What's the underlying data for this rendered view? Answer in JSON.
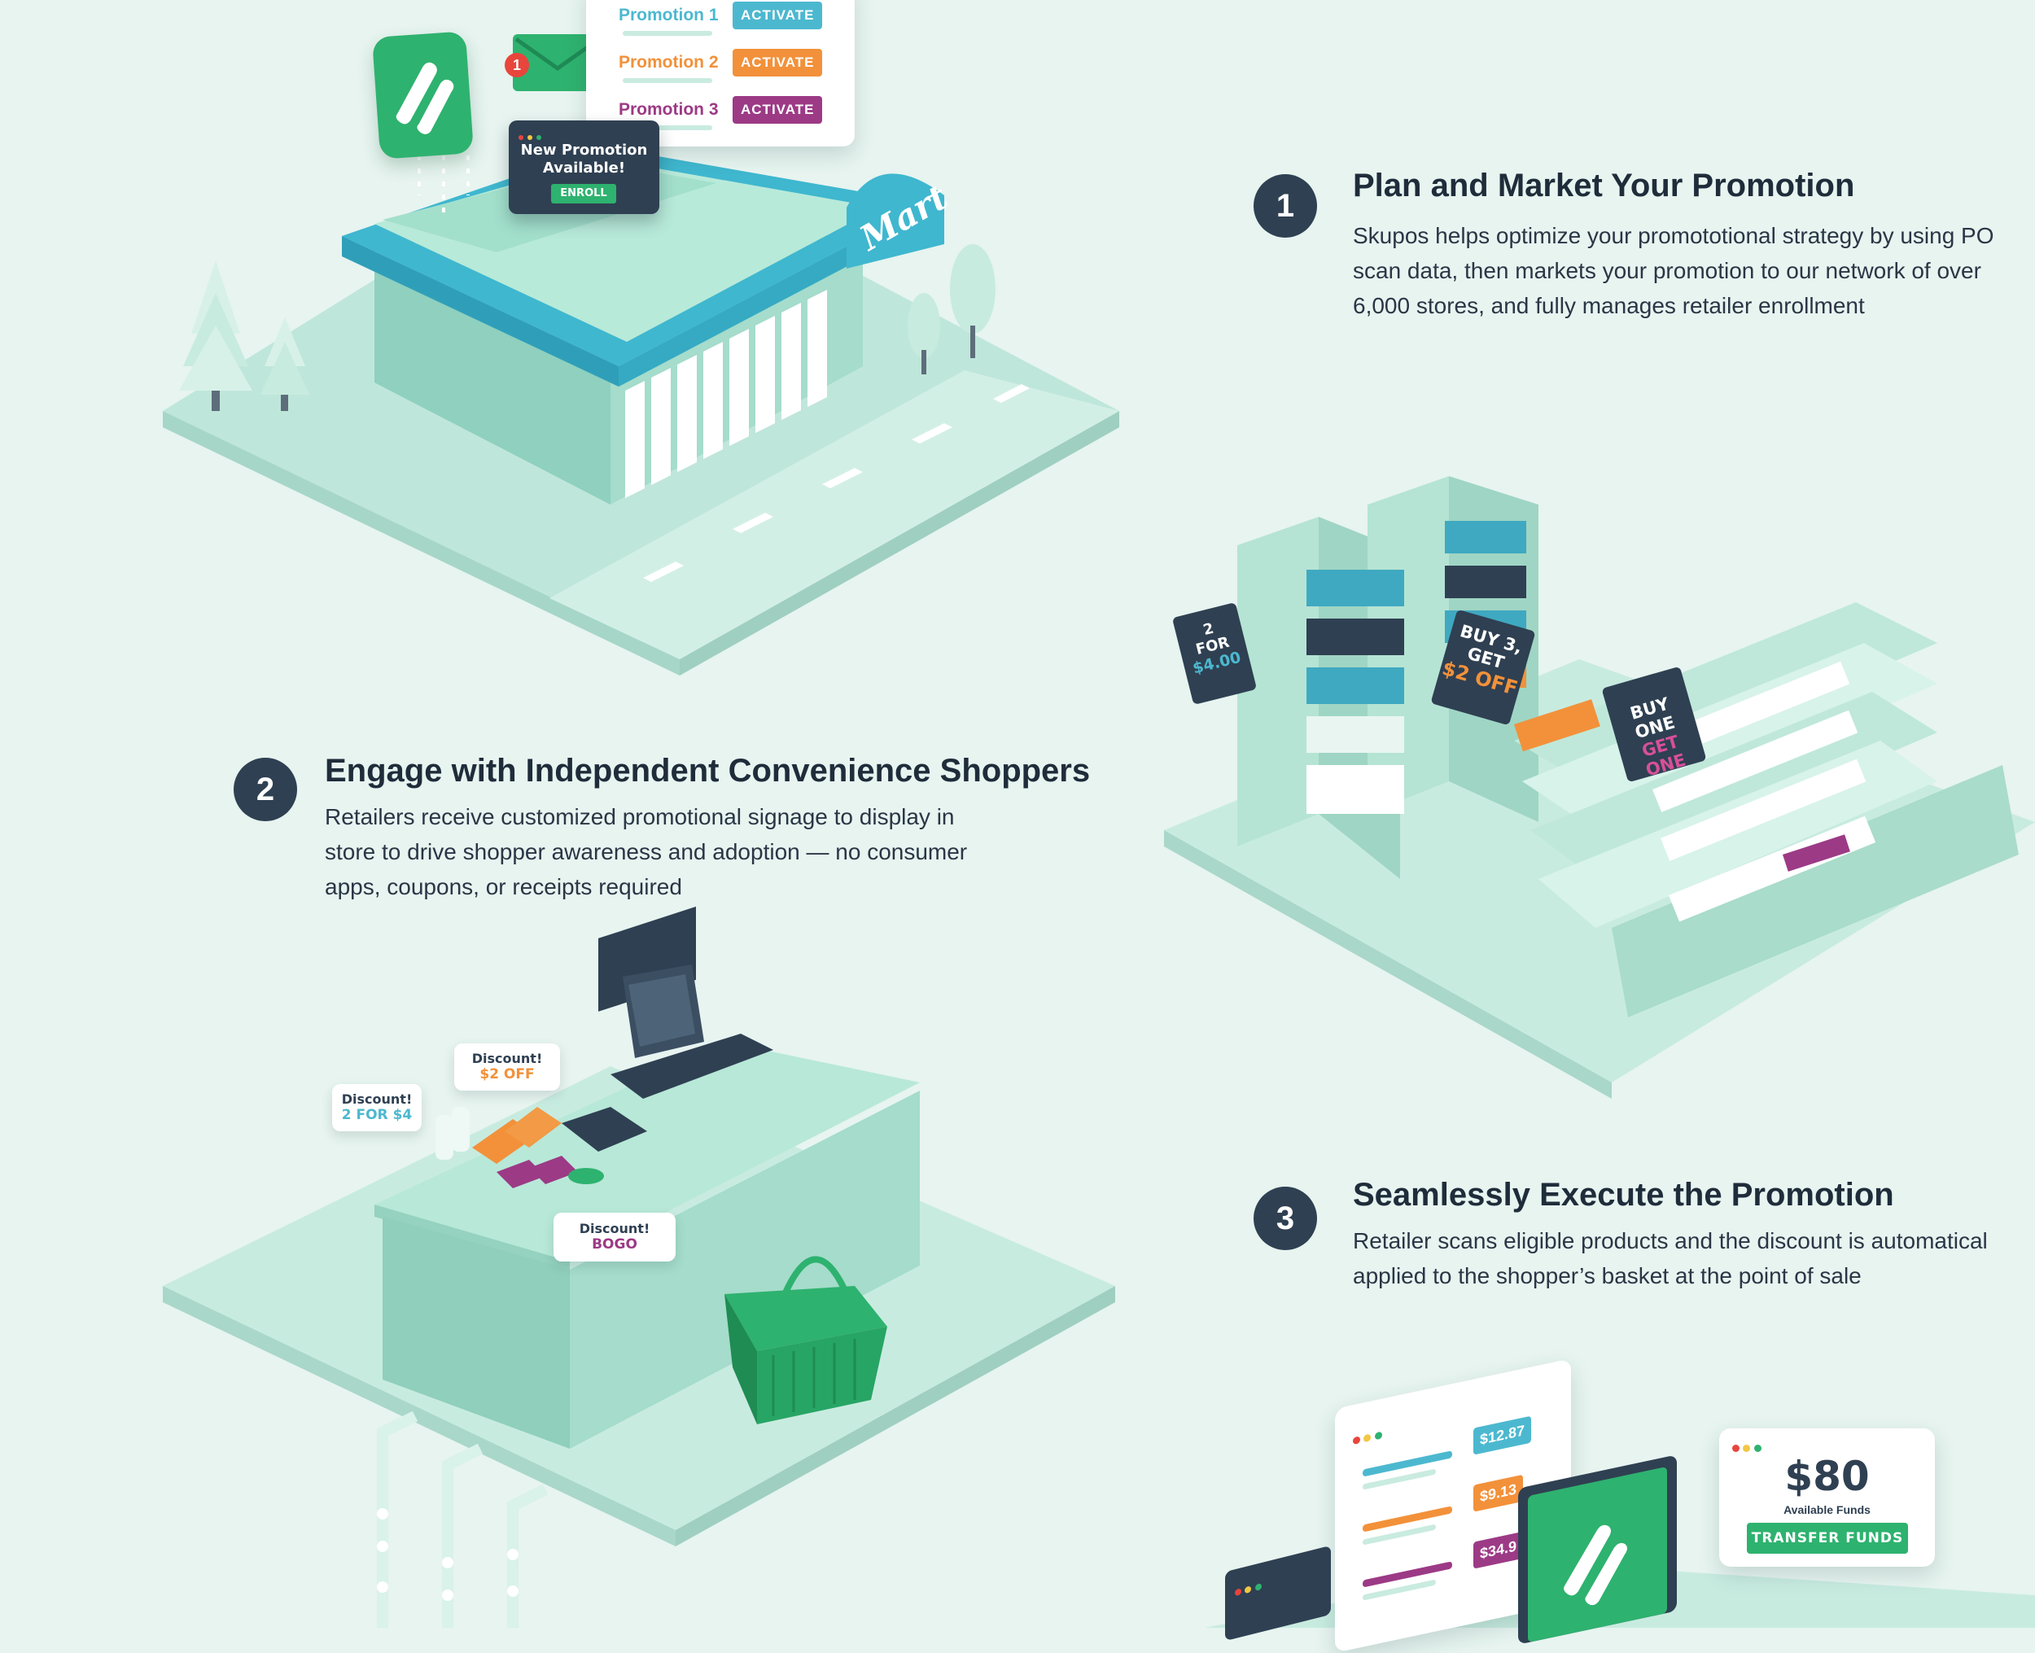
{
  "steps": [
    {
      "number": "1",
      "title": "Plan and Market Your Promotion",
      "lines": [
        "Skupos helps optimize your promototional strategy by using PO",
        "scan data, then markets your promotion to our network of over",
        "6,000 stores, and fully manages retailer enrollment"
      ]
    },
    {
      "number": "2",
      "title": "Engage with Independent Convenience Shoppers",
      "lines": [
        "Retailers receive customized promotional signage to display in",
        "store to drive shopper awareness and adoption — no consumer",
        "apps, coupons, or receipts required"
      ]
    },
    {
      "number": "3",
      "title": "Seamlessly Execute the Promotion",
      "lines": [
        "Retailer scans eligible products and the discount is automatical",
        "applied to the shopper’s basket at the point of sale"
      ]
    }
  ],
  "promotions_card": {
    "rows": [
      {
        "name": "Promotion 1",
        "action": "ACTIVATE",
        "color": "#4cb8cf"
      },
      {
        "name": "Promotion 2",
        "action": "ACTIVATE",
        "color": "#f2913a"
      },
      {
        "name": "Promotion 3",
        "action": "ACTIVATE",
        "color": "#9c3a86"
      }
    ]
  },
  "mail_badge": "1",
  "new_promo_popup": {
    "line1": "New Promotion",
    "line2": "Available!",
    "button": "ENROLL"
  },
  "store_sign": "Mart",
  "shelf_signs": {
    "sign_a_line1": "2",
    "sign_a_line2": "FOR",
    "sign_a_line3": "$4.00",
    "sign_b_line1": "BUY 3,",
    "sign_b_line2": "GET",
    "sign_b_line3": "$2 OFF",
    "sign_c_line1": "BUY ONE",
    "sign_c_line2": "GET ONE"
  },
  "checkout_bubbles": [
    {
      "title": "Discount!",
      "value": "2 FOR $4",
      "color": "#4cb8cf"
    },
    {
      "title": "Discount!",
      "value": "$2 OFF",
      "color": "#f2913a"
    },
    {
      "title": "Discount!",
      "value": "BOGO",
      "color": "#9c3a86"
    }
  ],
  "dashboard": {
    "prices": [
      "$12.87",
      "$9.13",
      "$34.9"
    ],
    "funds_amount": "$80",
    "funds_label": "Available Funds",
    "transfer_button": "TRANSFER FUNDS"
  },
  "colors": {
    "background": "#e7f4f0",
    "mint": "#a9e1cf",
    "teal": "#3fb7cf",
    "green": "#2eb26f",
    "navy": "#2f4052",
    "orange": "#f2913a",
    "purple": "#9c3a86"
  },
  "icons": [
    "skupos-logo-icon",
    "envelope-icon",
    "window-dots-icon",
    "tree-icon",
    "basket-icon",
    "register-icon"
  ]
}
